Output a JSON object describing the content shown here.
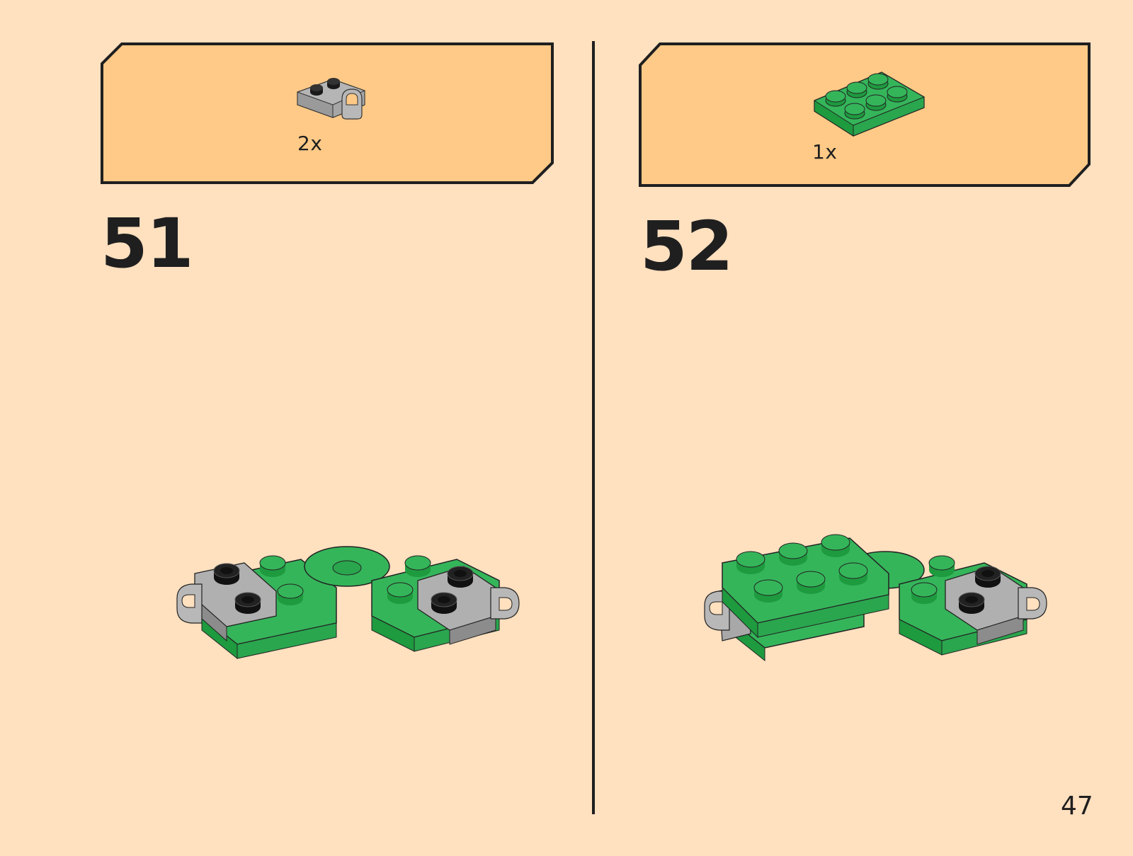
{
  "page": {
    "number": "47",
    "background": "#FFE0BF",
    "callout_fill": "#FFCA87",
    "outline": "#1f1f1f"
  },
  "steps": [
    {
      "number": "51",
      "parts_needed": {
        "quantity": "2x",
        "part_icon": "light-gray-plate-with-clip-icon",
        "part_color": "#A8A8A8"
      },
      "assembly_icon": "green-hinged-plate-assembly-icon"
    },
    {
      "number": "52",
      "parts_needed": {
        "quantity": "1x",
        "part_icon": "green-plate-2x3-icon",
        "part_color": "#35B55A"
      },
      "assembly_icon": "green-plate-assembly-with-2x3-plate-icon"
    }
  ],
  "colors": {
    "green": "#35B55A",
    "green_dark": "#1E9A3F",
    "gray": "#A8A8A8",
    "gray_dark": "#8C8C8C",
    "stud_black": "#1a1a1a"
  }
}
